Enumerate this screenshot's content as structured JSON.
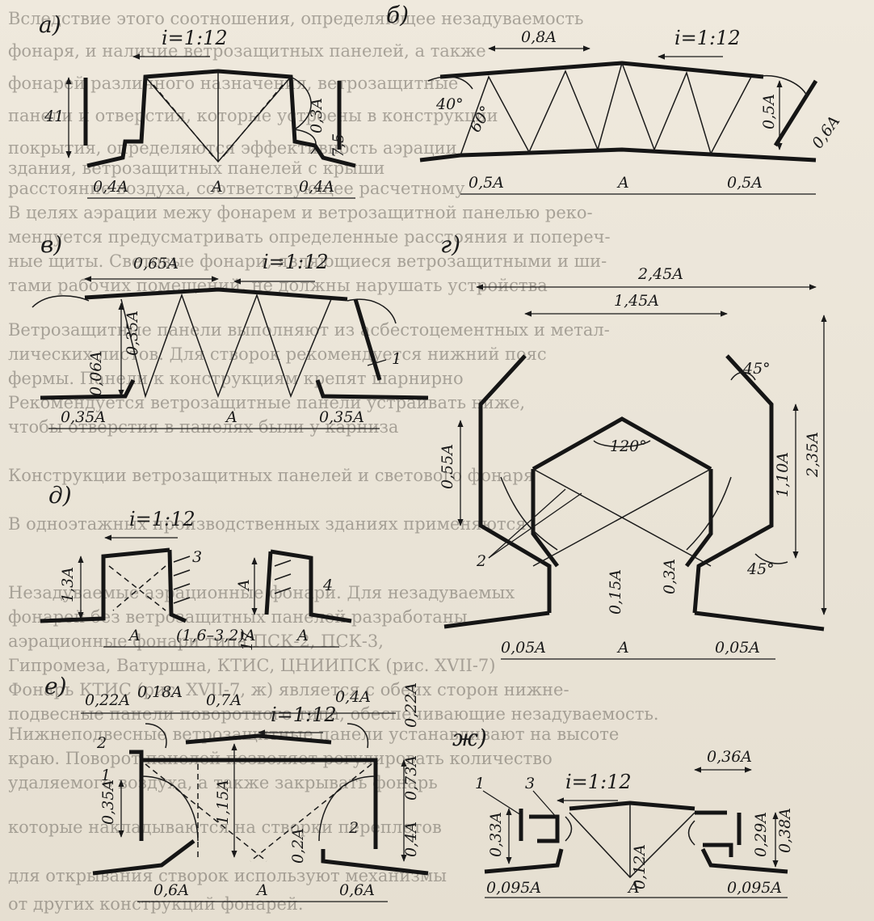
{
  "background_text": [
    "Вследствие этого соотношения, определяющее незадуваемость",
    "фонаря, и наличие ветрозащитных панелей, а также",
    "фонарей различного назначения, ветрозащитные",
    "панели и отверстия, которые устроены в конструкции",
    "покрытия, определяются эффективность аэрации",
    "здания, ветрозащитных панелей с крыши",
    "расстояние воздуха, соответствующее расчетному",
    "В целях аэрации межу фонарем и ветрозащитной панелью реко-",
    "мендуется предусматривать определенные расстояния и попереч-",
    "ные щиты. Световые фонари, являющиеся ветрозащитными и ши-",
    "тами рабочих помещений, не должны нарушать устройства",
    "Ветрозащитные панели выполняют из асбестоцементных и метал-",
    "лических листов. Для створок рекомендуется нижний пояс",
    "фермы. Панели к конструкциям крепят шарнирно",
    "Рекомендуется ветрозащитные панели устраивать ниже,",
    "чтобы отверстия в панелях были у карниза",
    "Конструкции ветрозащитных панелей и светового фонаря",
    "В одноэтажных производственных зданиях применяются",
    "Незадуваемые аэрационные фонари. Для незадуваемых",
    "фонарей без ветрозащитных панелей разработаны",
    "аэрационные фонари типа ПСК-2, ПСК-3,",
    "Гипромеза, Ватуршна, КТИС, ЦНИИПСК (рис. XVII-7)",
    "Фонарь КТИС (рис. XVII-7, ж) является с обеих сторон нижне-",
    "подвесные панели поворотного типа, обеспечивающие незадуваемость.",
    "Нижнеподвесные ветрозащитные панели устанавливают на высоте",
    "краю. Поворот панелей позволяет регулировать количество",
    "удаляемого воздуха, а также закрывать фонарь",
    "которые накладываются на створки переплетов",
    "для открывания створок используют механизмы",
    "от других конструкций фонарей."
  ],
  "panel_labels": [
    "а)",
    "б)",
    "в)",
    "г)",
    "д)",
    "е)",
    "ж)"
  ],
  "slope_label": "i=1:12",
  "panel_a": {
    "letter": "а)",
    "slope": "i=1:12",
    "dim_height": "41",
    "dim_right": "0,3A",
    "dim_small": "7,5",
    "dim_bottom_left": "0,4A",
    "dim_bottom_center": "A",
    "dim_bottom_right": "0,4A"
  },
  "panel_b": {
    "letter": "б)",
    "slope": "i=1:12",
    "dim_top": "0,8A",
    "angle_40": "40°",
    "angle_60": "60°",
    "dim_height": "0,5A",
    "dim_diag": "0,6A",
    "dim_bottom_left": "0,5A",
    "dim_bottom_center": "A",
    "dim_bottom_right": "0,5A"
  },
  "panel_v": {
    "letter": "в)",
    "slope": "i=1:12",
    "dim_top": "0,65A",
    "dim_height": "0,35A",
    "dim_small": "0,06A",
    "callout_1": "1",
    "dim_bottom_left": "0,35A",
    "dim_bottom_center": "A",
    "dim_bottom_right": "0,35A"
  },
  "panel_g": {
    "letter": "г)",
    "dim_top_outer": "2,45A",
    "dim_top_inner": "1,45A",
    "angle_45_top": "45°",
    "angle_120": "120°",
    "angle_45_bottom": "45°",
    "dim_left_mid": "0,55A",
    "dim_right_mid": "1,10A",
    "dim_right_total": "2,35A",
    "dim_lower_right": "0,3A",
    "dim_lower_center": "0,15A",
    "callout_2": "2",
    "dim_bottom_left": "0,05A",
    "dim_bottom_center": "A",
    "dim_bottom_right": "0,05A"
  },
  "panel_d": {
    "letter": "д)",
    "slope": "i=1:12",
    "dim_height": "1,3A",
    "dim_right_inner": "A",
    "dim_small": "17",
    "callout_3": "3",
    "callout_4": "4",
    "dim_bottom_left": "A",
    "dim_bottom_center": "(1,6–3,2)A",
    "dim_bottom_right": "A"
  },
  "panel_e": {
    "letter": "е)",
    "slope": "i=1:12",
    "dim_top_1": "0,22A",
    "dim_top_2": "0,18A",
    "dim_top_3": "0,7A",
    "dim_top_4": "0,4A",
    "dim_right_top": "0,22A",
    "dim_left": "0,35A",
    "dim_center_height": "1,15A",
    "dim_right_mid": "0,73A",
    "dim_right_low": "0,4A",
    "dim_center_low": "0,2A",
    "callout_1": "1",
    "callout_2a": "2",
    "callout_2b": "2",
    "dim_bottom_left": "0,6A",
    "dim_bottom_center": "A",
    "dim_bottom_right": "0,6A"
  },
  "panel_zh": {
    "letter": "ж)",
    "slope": "i=1:12",
    "dim_top": "0,36A",
    "callout_1": "1",
    "callout_3": "3",
    "dim_left": "0,33A",
    "dim_right_1": "0,29A",
    "dim_right_2": "0,38A",
    "dim_center_low": "0,12A",
    "dim_bottom_left": "0,095A",
    "dim_bottom_center": "A",
    "dim_bottom_right": "0,095A"
  }
}
